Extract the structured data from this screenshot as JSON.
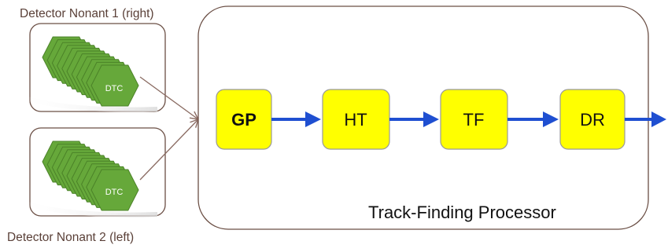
{
  "nonant_right": {
    "label": "Detector Nonant 1 (right)",
    "module_label": "DTC"
  },
  "nonant_left": {
    "label": "Detector Nonant 2 (left)",
    "module_label": "DTC"
  },
  "processor": {
    "label": "Track-Finding Processor",
    "blocks": [
      {
        "label": "GP",
        "bold": true
      },
      {
        "label": "HT",
        "bold": false
      },
      {
        "label": "TF",
        "bold": false
      },
      {
        "label": "DR",
        "bold": false
      }
    ]
  },
  "colors": {
    "block_fill": "#ffff00",
    "block_stroke": "#999999",
    "arrow": "#1f4fd1",
    "dtc_fill": "#66a83a",
    "dtc_stroke": "#4b8228",
    "frame_stroke": "#6b4f45",
    "connector": "#8a6b62"
  }
}
